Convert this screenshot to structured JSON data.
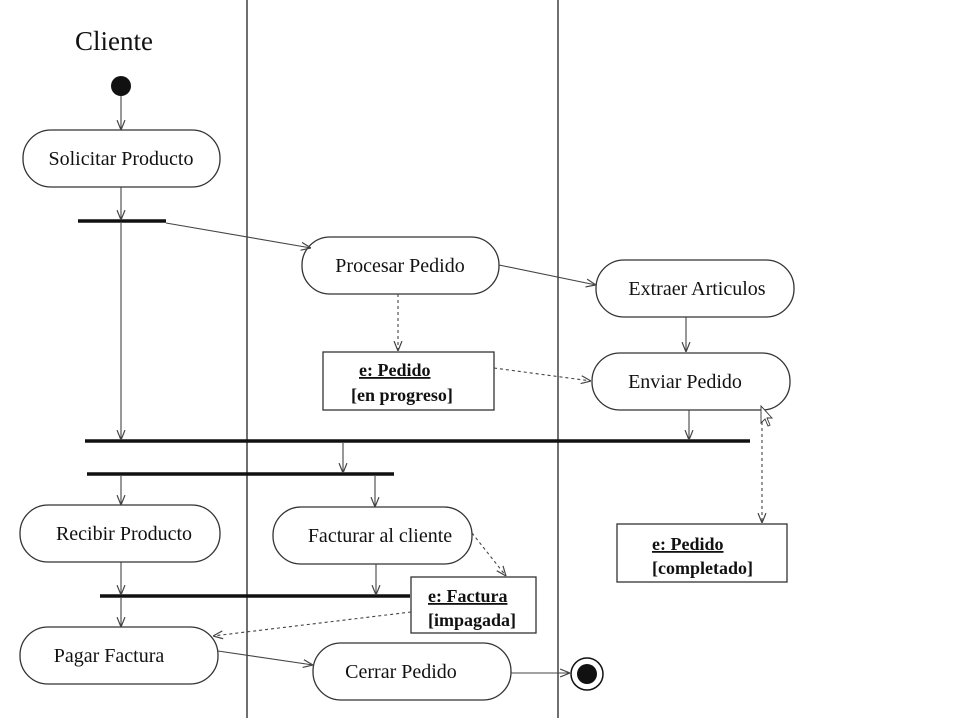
{
  "swimlanes": {
    "cliente": "Cliente"
  },
  "activities": {
    "solicitar_producto": "Solicitar Producto",
    "procesar_pedido": "Procesar Pedido",
    "extraer_articulos": "Extraer Articulos",
    "enviar_pedido": "Enviar Pedido",
    "recibir_producto": "Recibir Producto",
    "facturar_cliente": "Facturar al cliente",
    "pagar_factura": "Pagar Factura",
    "cerrar_pedido": "Cerrar Pedido"
  },
  "objects": {
    "pedido_progreso": {
      "name": "e: Pedido",
      "state": "[en progreso]"
    },
    "pedido_completado": {
      "name": "e: Pedido",
      "state": "[completado]"
    },
    "factura_impagada": {
      "name": "e: Factura",
      "state": "[impagada]"
    }
  }
}
